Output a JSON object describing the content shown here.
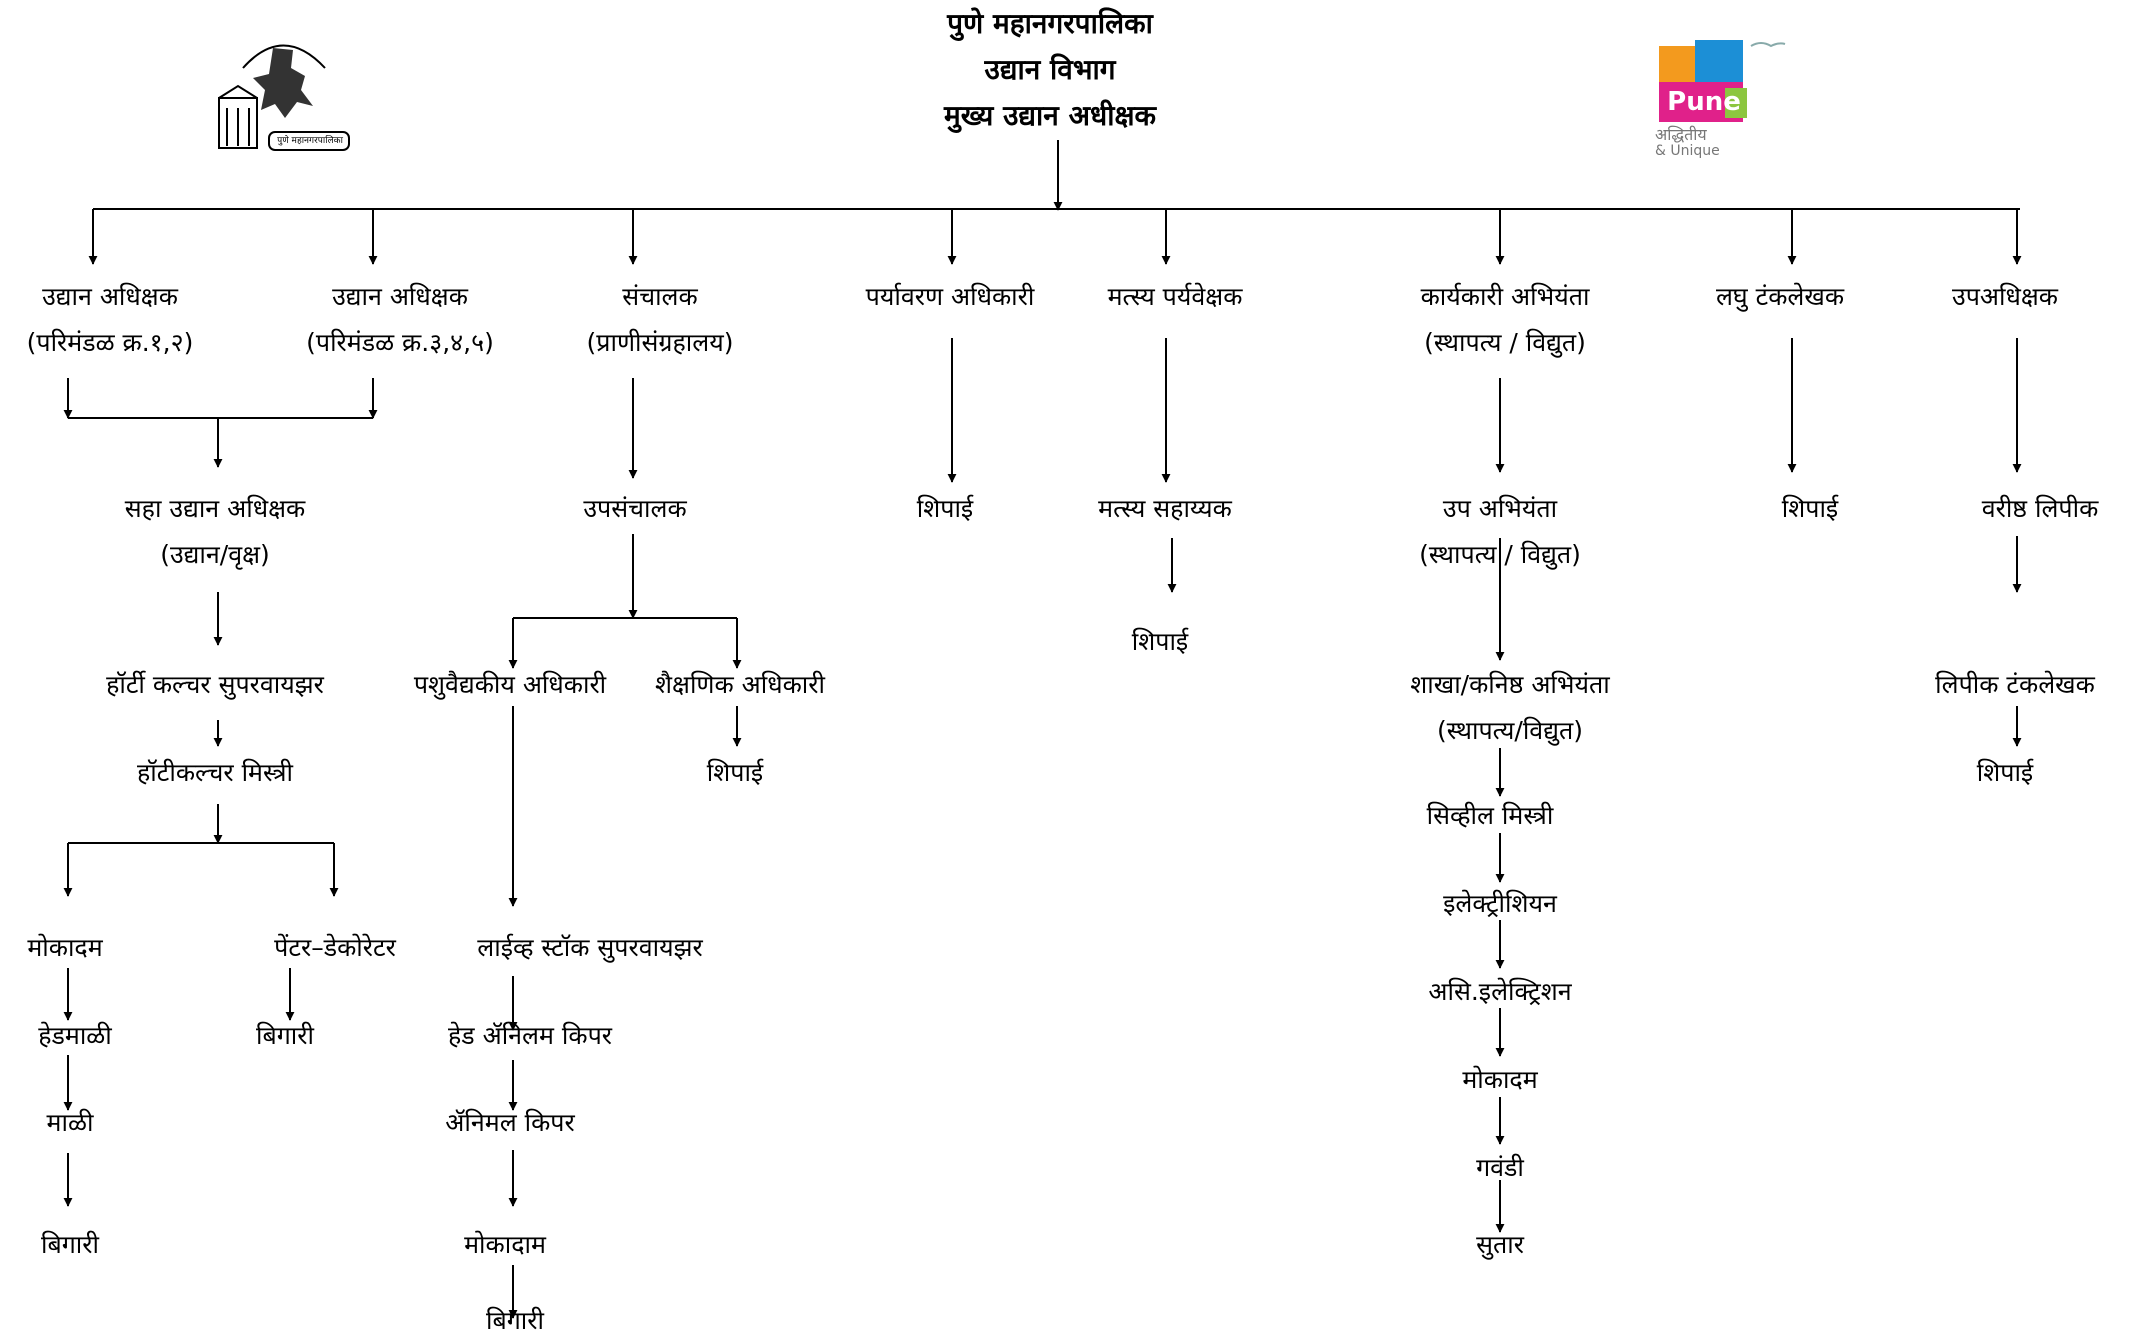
{
  "header": {
    "line1": "पुणे महानगरपालिका",
    "line2": "उद्यान विभाग",
    "line3": "मुख्य उद्यान अधीक्षक"
  },
  "logo_left": {
    "text": "पुणे महानगरपालिका"
  },
  "logo_right": {
    "word": "Pune",
    "tagline1": "अद्धितीय",
    "tagline2": "& Unique"
  },
  "nodes": {
    "ua1": {
      "l1": "उद्यान अधिक्षक",
      "l2": "(परिमंडळ क्र.१,२)"
    },
    "ua2": {
      "l1": "उद्यान अधिक्षक",
      "l2": "(परिमंडळ क्र.३,४,५)"
    },
    "sanchalak": {
      "l1": "संचालक",
      "l2": "(प्राणीसंग्रहालय)"
    },
    "paryavaran": {
      "l1": "पर्यावरण अधिकारी"
    },
    "matsya_p": {
      "l1": "मत्स्य पर्यवेक्षक"
    },
    "karyakari": {
      "l1": "कार्यकारी अभियंता",
      "l2": "(स्थापत्य / विद्युत)"
    },
    "laghu": {
      "l1": "लघु टंकलेखक"
    },
    "upadhikshak": {
      "l1": "उपअधिक्षक"
    },
    "saha": {
      "l1": "सहा उद्यान अधिक्षक",
      "l2": "(उद्यान/वृक्ष)"
    },
    "horti_sup": {
      "l1": "हॉर्टी कल्चर सुपरवायझर"
    },
    "horti_mistri": {
      "l1": "हॉटीकल्चर मिस्त्री"
    },
    "mokadam1": {
      "l1": "मोकादम"
    },
    "hedmali": {
      "l1": "हेडमाळी"
    },
    "mali": {
      "l1": "माळी"
    },
    "bigari1": {
      "l1": "बिगारी"
    },
    "painter": {
      "l1": "पेंटर–डेकोरेटर"
    },
    "bigari2": {
      "l1": "बिगारी"
    },
    "upsanchalak": {
      "l1": "उपसंचालक"
    },
    "pashu": {
      "l1": "पशुवैद्यकीय अधिकारी"
    },
    "shaikshanik": {
      "l1": "शैक्षणिक अधिकारी"
    },
    "shipai_sh": {
      "l1": "शिपाई"
    },
    "livestock": {
      "l1": "लाईव्ह स्टॉक सुपरवायझर"
    },
    "head_animal": {
      "l1": "हेड ॲनिलम किपर"
    },
    "animal": {
      "l1": "ॲनिमल किपर"
    },
    "mokadam2": {
      "l1": "मोकादाम"
    },
    "bigari3": {
      "l1": "बिगारी"
    },
    "shipai_pa": {
      "l1": "शिपाई"
    },
    "matsya_s": {
      "l1": "मत्स्य सहाय्यक"
    },
    "shipai_ma": {
      "l1": "शिपाई"
    },
    "up_abhiyanta": {
      "l1": "उप अभियंता",
      "l2": "(स्थापत्य / विद्युत)"
    },
    "shakha": {
      "l1": "शाखा/कनिष्ठ अभियंता",
      "l2": "(स्थापत्य/विद्युत)"
    },
    "civil": {
      "l1": "सिव्हील मिस्त्री"
    },
    "electrician": {
      "l1": "इलेक्ट्रीशियन"
    },
    "asi_elec": {
      "l1": "असि.इलेक्ट्रिशन"
    },
    "mokadam3": {
      "l1": "मोकादम"
    },
    "gavandi": {
      "l1": "गवंडी"
    },
    "sutar": {
      "l1": "सुतार"
    },
    "shipai_la": {
      "l1": "शिपाई"
    },
    "varishta": {
      "l1": "वरीष्ठ  लिपीक"
    },
    "lipik": {
      "l1": "लिपीक टंकलेखक"
    },
    "shipai_up": {
      "l1": "शिपाई"
    }
  },
  "colors": {
    "pune_orange": "#f39a1e",
    "pune_magenta": "#e0218a",
    "pune_blue": "#1c8fd6",
    "pune_green": "#8cc63f"
  }
}
